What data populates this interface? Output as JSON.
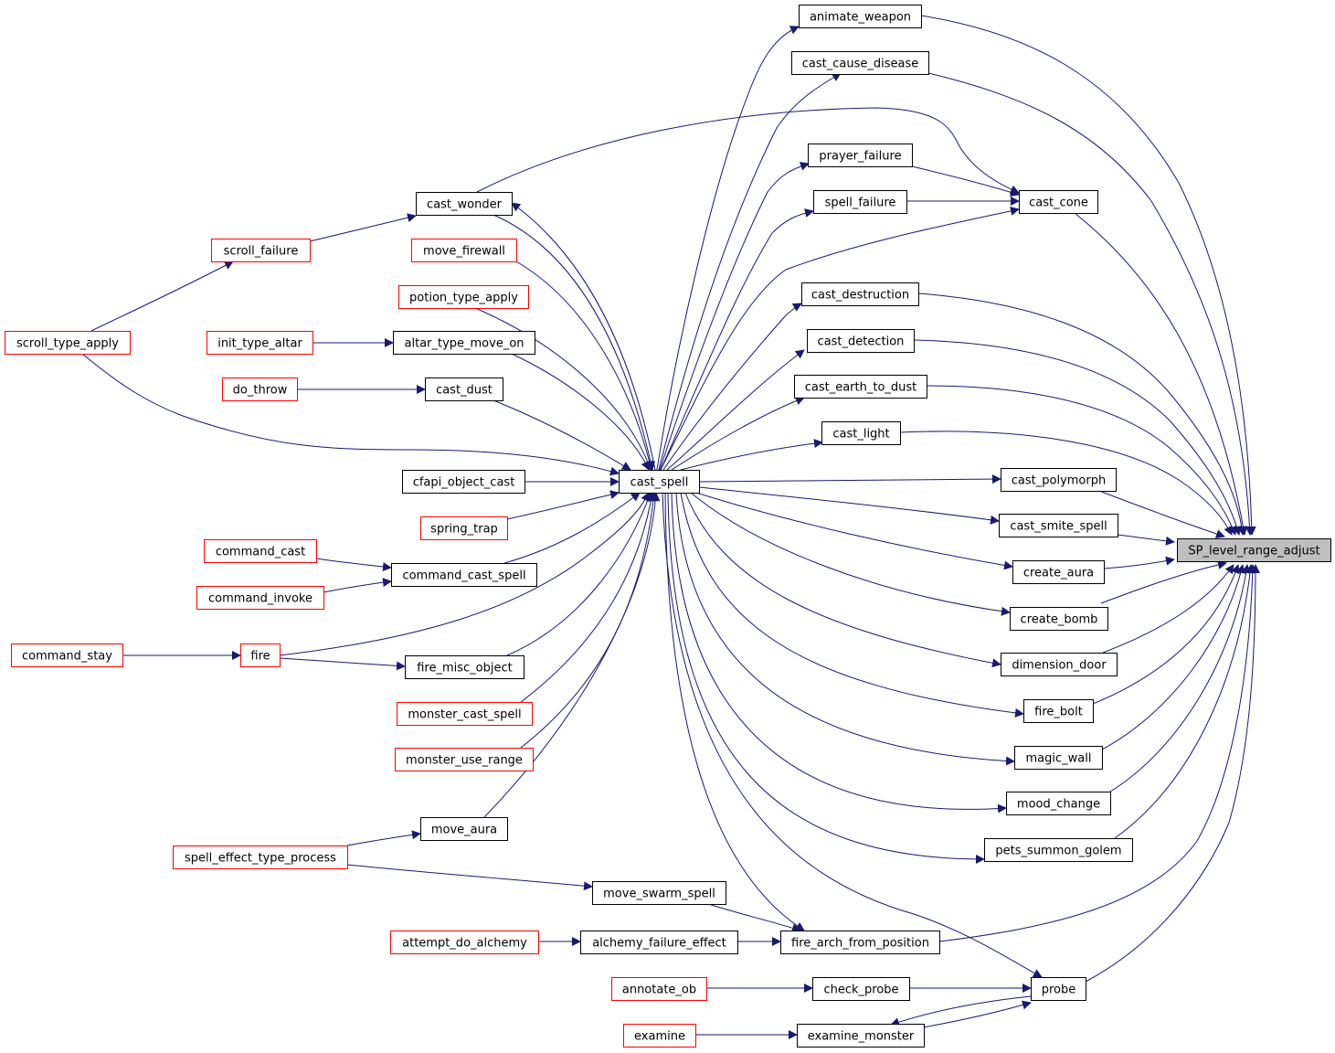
{
  "diagram": {
    "colors": {
      "edge": "#191970",
      "box_border_linked": "#000000",
      "box_border_external": "#ff0000",
      "box_fill": "#ffffff",
      "focus_fill": "#bfbfbf",
      "text": "#000000"
    },
    "nodes": [
      {
        "id": "SP_level_range_adjust",
        "label": "SP_level_range_adjust",
        "kind": "focus"
      },
      {
        "id": "animate_weapon",
        "label": "animate_weapon",
        "kind": "linked"
      },
      {
        "id": "cast_cause_disease",
        "label": "cast_cause_disease",
        "kind": "linked"
      },
      {
        "id": "prayer_failure",
        "label": "prayer_failure",
        "kind": "linked"
      },
      {
        "id": "spell_failure",
        "label": "spell_failure",
        "kind": "linked"
      },
      {
        "id": "cast_cone",
        "label": "cast_cone",
        "kind": "linked"
      },
      {
        "id": "cast_destruction",
        "label": "cast_destruction",
        "kind": "linked"
      },
      {
        "id": "cast_detection",
        "label": "cast_detection",
        "kind": "linked"
      },
      {
        "id": "cast_earth_to_dust",
        "label": "cast_earth_to_dust",
        "kind": "linked"
      },
      {
        "id": "cast_light",
        "label": "cast_light",
        "kind": "linked"
      },
      {
        "id": "cast_polymorph",
        "label": "cast_polymorph",
        "kind": "linked"
      },
      {
        "id": "cast_smite_spell",
        "label": "cast_smite_spell",
        "kind": "linked"
      },
      {
        "id": "create_aura",
        "label": "create_aura",
        "kind": "linked"
      },
      {
        "id": "create_bomb",
        "label": "create_bomb",
        "kind": "linked"
      },
      {
        "id": "dimension_door",
        "label": "dimension_door",
        "kind": "linked"
      },
      {
        "id": "fire_bolt",
        "label": "fire_bolt",
        "kind": "linked"
      },
      {
        "id": "magic_wall",
        "label": "magic_wall",
        "kind": "linked"
      },
      {
        "id": "mood_change",
        "label": "mood_change",
        "kind": "linked"
      },
      {
        "id": "pets_summon_golem",
        "label": "pets_summon_golem",
        "kind": "linked"
      },
      {
        "id": "fire_arch_from_position",
        "label": "fire_arch_from_position",
        "kind": "linked"
      },
      {
        "id": "probe",
        "label": "probe",
        "kind": "linked"
      },
      {
        "id": "check_probe",
        "label": "check_probe",
        "kind": "linked"
      },
      {
        "id": "examine_monster",
        "label": "examine_monster",
        "kind": "linked"
      },
      {
        "id": "cast_spell",
        "label": "cast_spell",
        "kind": "linked"
      },
      {
        "id": "move_swarm_spell",
        "label": "move_swarm_spell",
        "kind": "linked"
      },
      {
        "id": "alchemy_failure_effect",
        "label": "alchemy_failure_effect",
        "kind": "linked"
      },
      {
        "id": "annotate_ob",
        "label": "annotate_ob",
        "kind": "external"
      },
      {
        "id": "examine",
        "label": "examine",
        "kind": "external"
      },
      {
        "id": "attempt_do_alchemy",
        "label": "attempt_do_alchemy",
        "kind": "external"
      },
      {
        "id": "cast_wonder",
        "label": "cast_wonder",
        "kind": "linked"
      },
      {
        "id": "move_firewall",
        "label": "move_firewall",
        "kind": "external"
      },
      {
        "id": "potion_type_apply",
        "label": "potion_type_apply",
        "kind": "external"
      },
      {
        "id": "altar_type_move_on",
        "label": "altar_type_move_on",
        "kind": "linked"
      },
      {
        "id": "cast_dust",
        "label": "cast_dust",
        "kind": "linked"
      },
      {
        "id": "cfapi_object_cast",
        "label": "cfapi_object_cast",
        "kind": "linked"
      },
      {
        "id": "spring_trap",
        "label": "spring_trap",
        "kind": "external"
      },
      {
        "id": "command_cast_spell",
        "label": "command_cast_spell",
        "kind": "linked"
      },
      {
        "id": "fire_misc_object",
        "label": "fire_misc_object",
        "kind": "linked"
      },
      {
        "id": "monster_cast_spell",
        "label": "monster_cast_spell",
        "kind": "external"
      },
      {
        "id": "monster_use_range",
        "label": "monster_use_range",
        "kind": "external"
      },
      {
        "id": "move_aura",
        "label": "move_aura",
        "kind": "linked"
      },
      {
        "id": "scroll_failure",
        "label": "scroll_failure",
        "kind": "external"
      },
      {
        "id": "init_type_altar",
        "label": "init_type_altar",
        "kind": "external"
      },
      {
        "id": "do_throw",
        "label": "do_throw",
        "kind": "external"
      },
      {
        "id": "command_cast",
        "label": "command_cast",
        "kind": "external"
      },
      {
        "id": "command_invoke",
        "label": "command_invoke",
        "kind": "external"
      },
      {
        "id": "fire",
        "label": "fire",
        "kind": "external"
      },
      {
        "id": "spell_effect_type_process",
        "label": "spell_effect_type_process",
        "kind": "external"
      },
      {
        "id": "scroll_type_apply",
        "label": "scroll_type_apply",
        "kind": "external"
      },
      {
        "id": "command_stay",
        "label": "command_stay",
        "kind": "external"
      }
    ],
    "edges": [
      {
        "from": "animate_weapon",
        "to": "SP_level_range_adjust"
      },
      {
        "from": "cast_cause_disease",
        "to": "SP_level_range_adjust"
      },
      {
        "from": "cast_cone",
        "to": "SP_level_range_adjust"
      },
      {
        "from": "cast_destruction",
        "to": "SP_level_range_adjust"
      },
      {
        "from": "cast_detection",
        "to": "SP_level_range_adjust"
      },
      {
        "from": "cast_earth_to_dust",
        "to": "SP_level_range_adjust"
      },
      {
        "from": "cast_light",
        "to": "SP_level_range_adjust"
      },
      {
        "from": "cast_polymorph",
        "to": "SP_level_range_adjust"
      },
      {
        "from": "cast_smite_spell",
        "to": "SP_level_range_adjust"
      },
      {
        "from": "create_aura",
        "to": "SP_level_range_adjust"
      },
      {
        "from": "create_bomb",
        "to": "SP_level_range_adjust"
      },
      {
        "from": "dimension_door",
        "to": "SP_level_range_adjust"
      },
      {
        "from": "fire_bolt",
        "to": "SP_level_range_adjust"
      },
      {
        "from": "magic_wall",
        "to": "SP_level_range_adjust"
      },
      {
        "from": "mood_change",
        "to": "SP_level_range_adjust"
      },
      {
        "from": "pets_summon_golem",
        "to": "SP_level_range_adjust"
      },
      {
        "from": "fire_arch_from_position",
        "to": "SP_level_range_adjust"
      },
      {
        "from": "probe",
        "to": "SP_level_range_adjust"
      },
      {
        "from": "cast_spell",
        "to": "animate_weapon"
      },
      {
        "from": "cast_spell",
        "to": "cast_cause_disease"
      },
      {
        "from": "prayer_failure",
        "to": "cast_cone"
      },
      {
        "from": "spell_failure",
        "to": "cast_cone"
      },
      {
        "from": "cast_wonder",
        "to": "cast_cone"
      },
      {
        "from": "cast_spell",
        "to": "cast_cone"
      },
      {
        "from": "cast_spell",
        "to": "prayer_failure"
      },
      {
        "from": "cast_spell",
        "to": "spell_failure"
      },
      {
        "from": "cast_spell",
        "to": "cast_destruction"
      },
      {
        "from": "cast_spell",
        "to": "cast_detection"
      },
      {
        "from": "cast_spell",
        "to": "cast_earth_to_dust"
      },
      {
        "from": "cast_spell",
        "to": "cast_light"
      },
      {
        "from": "cast_spell",
        "to": "cast_polymorph"
      },
      {
        "from": "cast_spell",
        "to": "cast_smite_spell"
      },
      {
        "from": "cast_spell",
        "to": "create_aura"
      },
      {
        "from": "cast_spell",
        "to": "create_bomb"
      },
      {
        "from": "cast_spell",
        "to": "dimension_door"
      },
      {
        "from": "cast_spell",
        "to": "fire_bolt"
      },
      {
        "from": "cast_spell",
        "to": "magic_wall"
      },
      {
        "from": "cast_spell",
        "to": "mood_change"
      },
      {
        "from": "cast_spell",
        "to": "pets_summon_golem"
      },
      {
        "from": "cast_spell",
        "to": "fire_arch_from_position"
      },
      {
        "from": "move_swarm_spell",
        "to": "fire_arch_from_position"
      },
      {
        "from": "alchemy_failure_effect",
        "to": "fire_arch_from_position"
      },
      {
        "from": "cast_spell",
        "to": "probe"
      },
      {
        "from": "check_probe",
        "to": "probe"
      },
      {
        "from": "examine_monster",
        "to": "probe"
      },
      {
        "from": "probe",
        "to": "examine_monster"
      },
      {
        "from": "annotate_ob",
        "to": "check_probe"
      },
      {
        "from": "examine",
        "to": "examine_monster"
      },
      {
        "from": "attempt_do_alchemy",
        "to": "alchemy_failure_effect"
      },
      {
        "from": "spell_effect_type_process",
        "to": "move_swarm_spell"
      },
      {
        "from": "cast_wonder",
        "to": "cast_spell"
      },
      {
        "from": "cast_spell",
        "to": "cast_wonder"
      },
      {
        "from": "move_firewall",
        "to": "cast_spell"
      },
      {
        "from": "potion_type_apply",
        "to": "cast_spell"
      },
      {
        "from": "altar_type_move_on",
        "to": "cast_spell"
      },
      {
        "from": "cast_dust",
        "to": "cast_spell"
      },
      {
        "from": "scroll_type_apply",
        "to": "cast_spell"
      },
      {
        "from": "cfapi_object_cast",
        "to": "cast_spell"
      },
      {
        "from": "spring_trap",
        "to": "cast_spell"
      },
      {
        "from": "command_cast_spell",
        "to": "cast_spell"
      },
      {
        "from": "fire",
        "to": "cast_spell"
      },
      {
        "from": "fire_misc_object",
        "to": "cast_spell"
      },
      {
        "from": "monster_cast_spell",
        "to": "cast_spell"
      },
      {
        "from": "monster_use_range",
        "to": "cast_spell"
      },
      {
        "from": "move_aura",
        "to": "cast_spell"
      },
      {
        "from": "scroll_failure",
        "to": "cast_wonder"
      },
      {
        "from": "scroll_type_apply",
        "to": "scroll_failure"
      },
      {
        "from": "init_type_altar",
        "to": "altar_type_move_on"
      },
      {
        "from": "do_throw",
        "to": "cast_dust"
      },
      {
        "from": "command_cast",
        "to": "command_cast_spell"
      },
      {
        "from": "command_invoke",
        "to": "command_cast_spell"
      },
      {
        "from": "command_stay",
        "to": "fire"
      },
      {
        "from": "fire",
        "to": "fire_misc_object"
      },
      {
        "from": "spell_effect_type_process",
        "to": "move_aura"
      }
    ]
  }
}
